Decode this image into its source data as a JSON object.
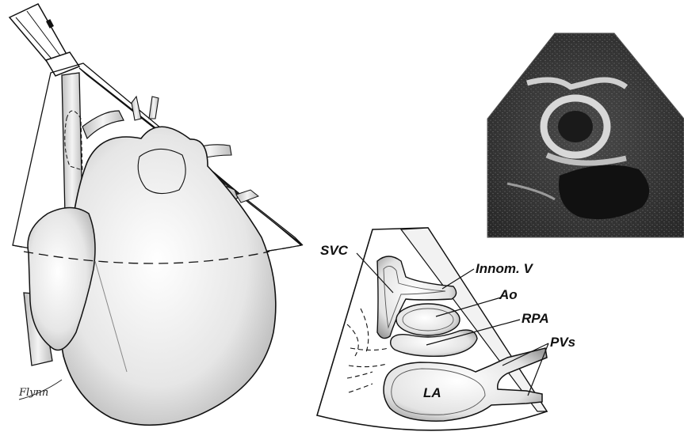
{
  "figure": {
    "labels": {
      "svc": "SVC",
      "innom_v": "Innom. V",
      "ao": "Ao",
      "rpa": "RPA",
      "pvs": "PVs",
      "la": "LA"
    },
    "signature": "Flynn"
  },
  "colors": {
    "line": "#111111",
    "background": "#ffffff",
    "echo_dark": "#1c1c1c"
  }
}
